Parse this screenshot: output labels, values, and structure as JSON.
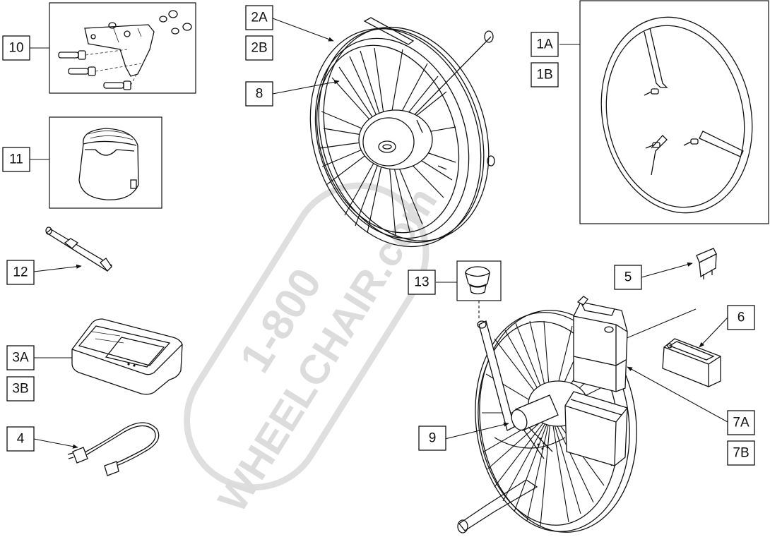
{
  "watermark": {
    "line1": "1-800",
    "line2": "WHEELCHAIR.com"
  },
  "callouts": {
    "c10": "10",
    "c11": "11",
    "c12": "12",
    "c3a": "3A",
    "c3b": "3B",
    "c4": "4",
    "c2a": "2A",
    "c2b": "2B",
    "c8": "8",
    "c1a": "1A",
    "c1b": "1B",
    "c13": "13",
    "c5": "5",
    "c6": "6",
    "c9": "9",
    "c7a": "7A",
    "c7b": "7B"
  }
}
